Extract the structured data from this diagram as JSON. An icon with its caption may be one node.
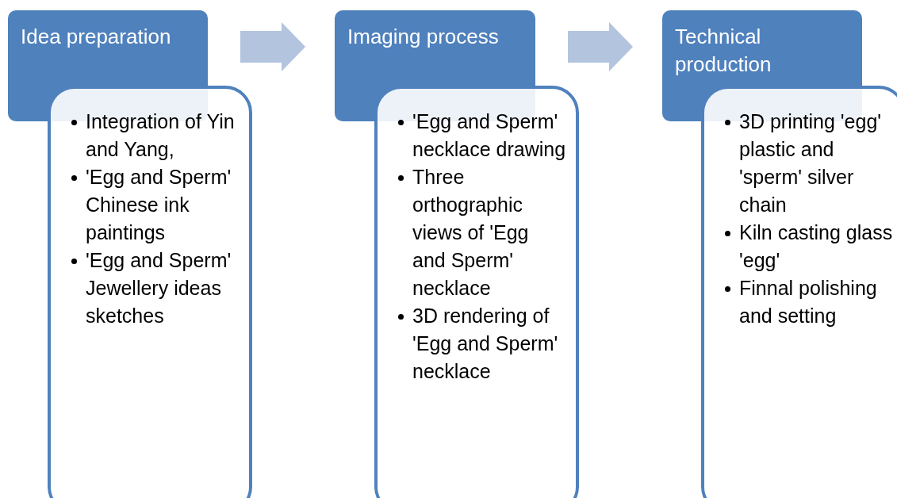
{
  "diagram": {
    "nodes": [
      {
        "text": [
          "Idea preparation"
        ]
      },
      {
        "text": [
          "Integration of Yin and Yang,",
          "'Egg and Sperm' Chinese ink paintings",
          "'Egg and Sperm' Jewellery ideas sketches"
        ]
      },
      {
        "text": [
          "Imaging process"
        ]
      },
      {
        "text": [
          "'Egg and Sperm' necklace drawing",
          "Three orthographic views of 'Egg and Sperm' necklace",
          "3D rendering of 'Egg and Sperm' necklace"
        ]
      },
      {
        "text": [
          "Technical production"
        ]
      },
      {
        "text": [
          "3D printing 'egg' plastic and 'sperm' silver chain",
          "Kiln casting glass 'egg'",
          "Finnal polishing and setting"
        ]
      }
    ],
    "edges": [
      {
        "from": 0,
        "to": 2,
        "arrow": "to"
      },
      {
        "from": 2,
        "to": 4,
        "arrow": "to"
      }
    ]
  }
}
